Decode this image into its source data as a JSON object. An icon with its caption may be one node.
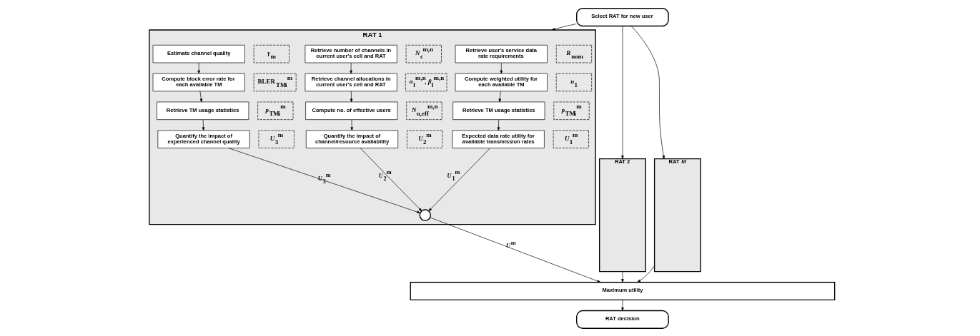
{
  "diagram": {
    "nodes": [
      {
        "text": [
          "Select RAT for new user"
        ]
      },
      {
        "text": [
          "RAT 1"
        ]
      },
      {
        "text": [
          "RAT 2"
        ]
      },
      {
        "text": [
          "RAT *M*"
        ]
      },
      {
        "text": [
          "Retrieve user's service data rate requirements"
        ],
        "in": 1
      },
      {
        "text": [
          "*R*$_{nom}$"
        ],
        "in": 1
      },
      {
        "text": [
          "Compute weighted utility for each available TM"
        ],
        "in": 1
      },
      {
        "text": [
          "*u*$_{1}$"
        ],
        "in": 1
      },
      {
        "text": [
          "Retrieve TM usage statistics"
        ],
        "in": 1
      },
      {
        "text": [
          "*p*$_{TM}$$_{i}$$^{m}$"
        ],
        "in": 1
      },
      {
        "text": [
          "Expected data rate utility for available transmission rates"
        ],
        "in": 1
      },
      {
        "text": [
          "*U*$_{1}$$^{m}$"
        ],
        "in": 1
      },
      {
        "text": [
          "Retrieve number of channels in current user's cell and RAT"
        ],
        "in": 1
      },
      {
        "text": [
          "*N*$_{c}$$^{m,n}$"
        ],
        "in": 1
      },
      {
        "text": [
          "Retrieve channel allocations in current user's cell and RAT"
        ],
        "in": 1
      },
      {
        "text": [
          "*α*$_{l}$$^{m,n}$, *β*$_{l}$$^{m,n}$"
        ],
        "in": 1
      },
      {
        "text": [
          "Compute no. of effective users"
        ],
        "in": 1
      },
      {
        "text": [
          "*N*$_{u,eff}$$^{m,n}$"
        ],
        "in": 1
      },
      {
        "text": [
          "Quantify the impact of channel/resource availability"
        ],
        "in": 1
      },
      {
        "text": [
          "*U*$_{2}$$^{m}$"
        ],
        "in": 1
      },
      {
        "text": [
          "Estimate channel quality"
        ],
        "in": 1
      },
      {
        "text": [
          "*γ*$_{m}$"
        ],
        "in": 1
      },
      {
        "text": [
          "Compute block error rate for each available TM"
        ],
        "in": 1
      },
      {
        "text": [
          "BLER$_{TM}$$_{i}$$^{m}$"
        ],
        "in": 1
      },
      {
        "text": [
          "Retrieve TM usage statistics"
        ],
        "in": 1
      },
      {
        "text": [
          "*p*$_{TM}$$_{i}$$^{m}$"
        ],
        "in": 1
      },
      {
        "text": [
          "Quantify the impact of experienced channel quality"
        ],
        "in": 1
      },
      {
        "text": [
          "*U*$_{3}$$^{m}$"
        ],
        "in": 1
      },
      {
        "text": [],
        "shape": "circle",
        "in": 1
      },
      {
        "text": [
          "Maximum utility"
        ]
      },
      {
        "text": [
          "RAT decision"
        ]
      }
    ],
    "edges": [
      {
        "from": 0,
        "to": 1,
        "arrow": "to"
      },
      {
        "from": 0,
        "to": 2,
        "arrow": "to"
      },
      {
        "from": 0,
        "to": 3,
        "arrow": "to"
      },
      {
        "from": 4,
        "to": 6,
        "arrow": "to"
      },
      {
        "from": 6,
        "to": 8,
        "arrow": "to"
      },
      {
        "from": 8,
        "to": 10,
        "arrow": "to"
      },
      {
        "from": 12,
        "to": 14,
        "arrow": "to"
      },
      {
        "from": 14,
        "to": 16,
        "arrow": "to"
      },
      {
        "from": 16,
        "to": 18,
        "arrow": "to"
      },
      {
        "from": 20,
        "to": 22,
        "arrow": "to"
      },
      {
        "from": 22,
        "to": 24,
        "arrow": "to"
      },
      {
        "from": 24,
        "to": 26,
        "arrow": "to"
      },
      {
        "from": 10,
        "to": 28,
        "arrow": "to",
        "label": "*U*$_{1}$$^{m}$"
      },
      {
        "from": 18,
        "to": 28,
        "arrow": "to",
        "label": "*U*$_{2}$$^{m}$"
      },
      {
        "from": 26,
        "to": 28,
        "arrow": "to",
        "label": "*U*$_{3}$$^{m}$"
      },
      {
        "from": 28,
        "to": 29,
        "arrow": "to",
        "label": "*U*$^{m}$"
      },
      {
        "from": 2,
        "to": 29,
        "arrow": "to"
      },
      {
        "from": 3,
        "to": 29,
        "arrow": "to"
      },
      {
        "from": 29,
        "to": 30,
        "arrow": "to"
      }
    ]
  }
}
